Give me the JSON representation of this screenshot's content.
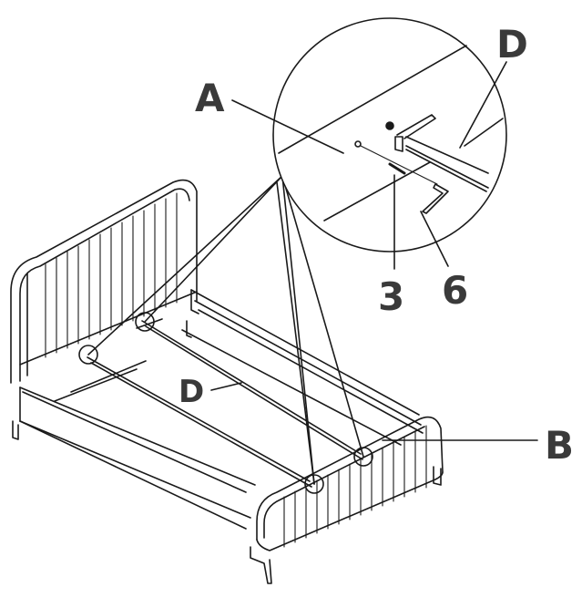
{
  "diagram": {
    "type": "assembly-instruction",
    "subject": "Upholstered bed frame — attaching side rails between headboard and footboard",
    "colors": {
      "line": "#1a1a1a",
      "label": "#3a3a3a",
      "background": "#ffffff"
    },
    "labels": {
      "A": "A",
      "B": "B",
      "D_detail": "D",
      "D_main": "D",
      "part3": "3",
      "part6": "6"
    },
    "callouts": [
      {
        "id": "A",
        "meaning": "headboard"
      },
      {
        "id": "B",
        "meaning": "footboard"
      },
      {
        "id": "D",
        "meaning": "side rail / metal bar"
      },
      {
        "id": "3",
        "meaning": "bolt"
      },
      {
        "id": "6",
        "meaning": "allen key"
      }
    ],
    "detail_circle_count": 1,
    "joint_circle_count": 4
  }
}
